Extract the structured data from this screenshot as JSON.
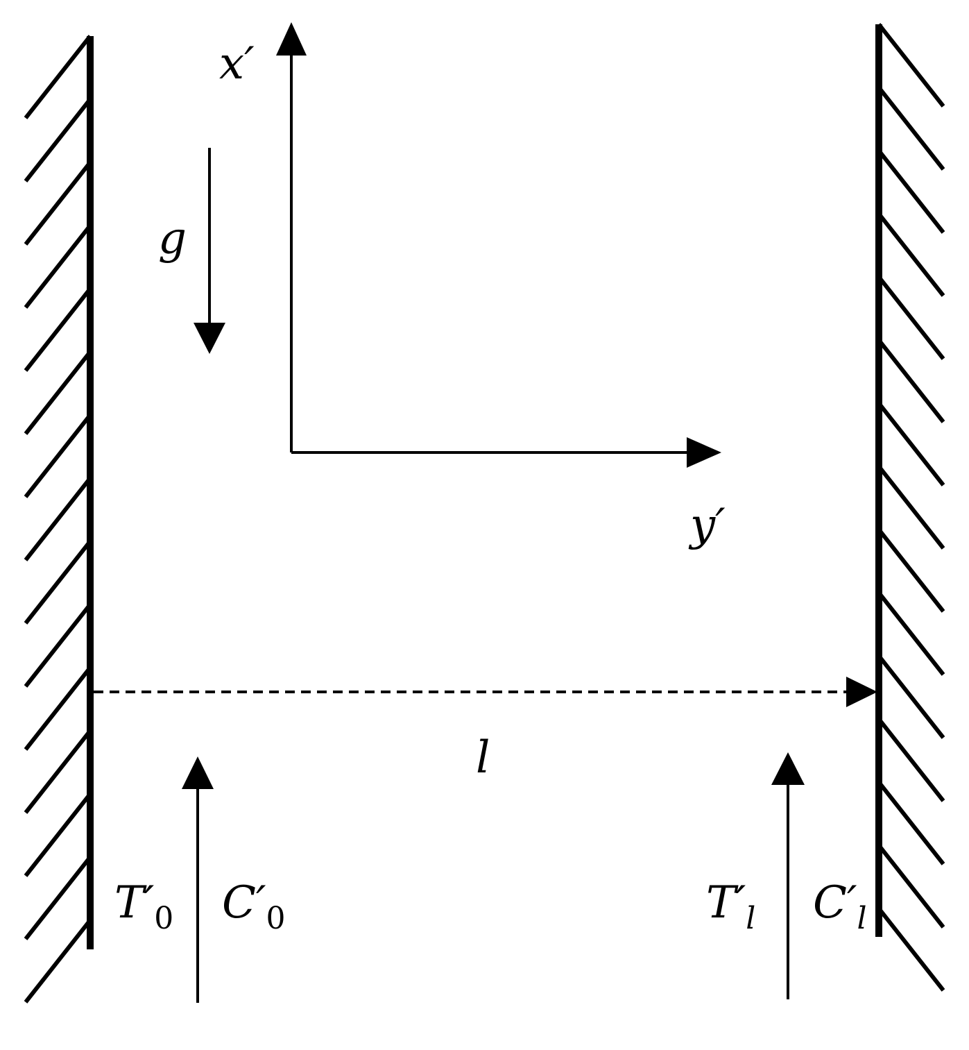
{
  "labels": {
    "x_axis": "x′",
    "y_axis": "y′",
    "gravity": "g",
    "width": "l",
    "left_T": "T′",
    "left_T_sub": "0",
    "left_C": "C′",
    "left_C_sub": "0",
    "right_T": "T′",
    "right_T_sub": "l",
    "right_C": "C′",
    "right_C_sub": "l"
  },
  "colors": {
    "stroke": "#000000",
    "background": "#ffffff"
  }
}
